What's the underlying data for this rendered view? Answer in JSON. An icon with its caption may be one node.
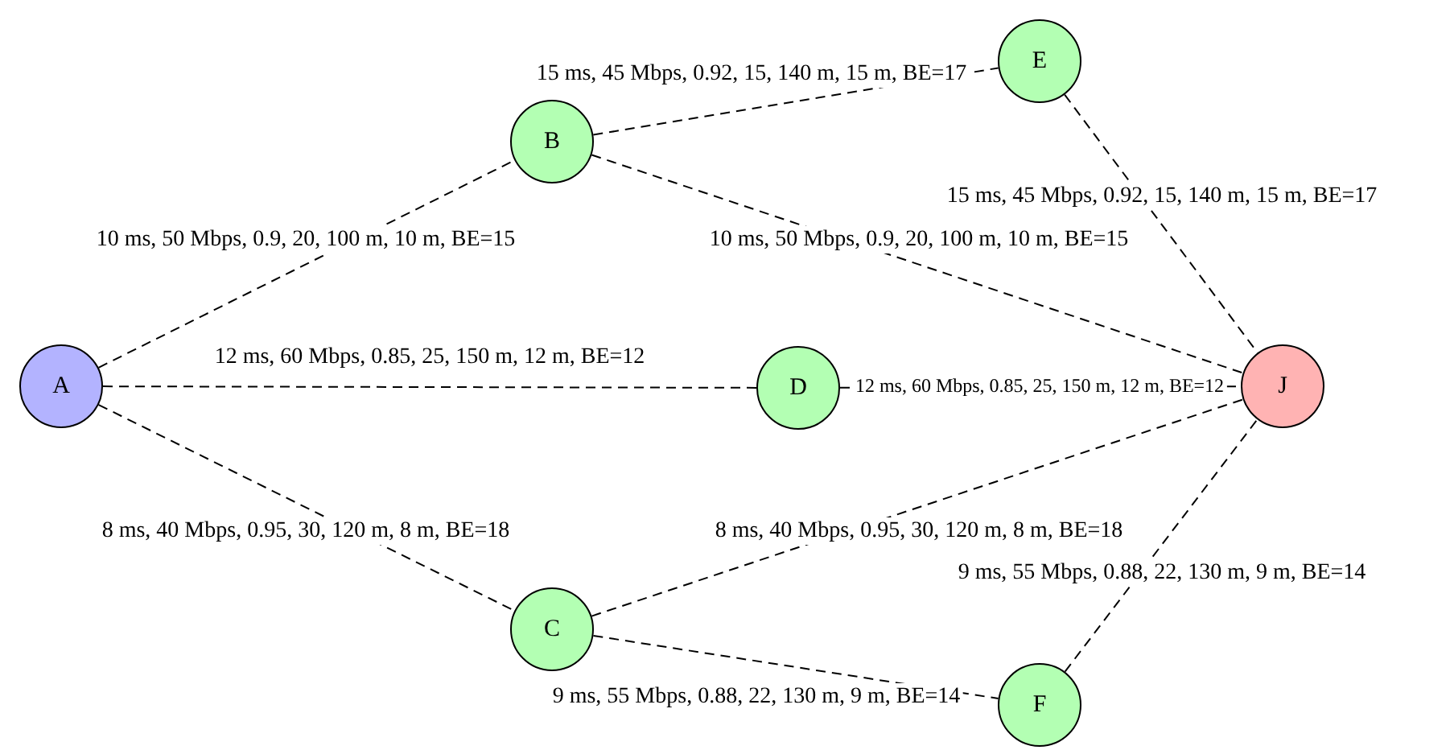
{
  "diagram": {
    "nodes": [
      {
        "text": [
          "A"
        ]
      },
      {
        "text": [
          "B"
        ]
      },
      {
        "text": [
          "E"
        ]
      },
      {
        "text": [
          "D"
        ]
      },
      {
        "text": [
          "J"
        ]
      },
      {
        "text": [
          "C"
        ]
      },
      {
        "text": [
          "F"
        ]
      }
    ],
    "edges": [
      {
        "from": 0,
        "to": 1,
        "arrow": "none",
        "label": "10 ms, 50 Mbps, 0.9, 20, 100 m, 10 m, BE=15"
      },
      {
        "from": 0,
        "to": 3,
        "arrow": "none",
        "label": "12 ms, 60 Mbps, 0.85, 25, 150 m, 12 m, BE=12"
      },
      {
        "from": 0,
        "to": 5,
        "arrow": "none",
        "label": "8 ms, 40 Mbps, 0.95, 30, 120 m, 8 m, BE=18"
      },
      {
        "from": 1,
        "to": 2,
        "arrow": "none",
        "label": "15 ms, 45 Mbps, 0.92, 15, 140 m, 15 m, BE=17"
      },
      {
        "from": 1,
        "to": 4,
        "arrow": "none",
        "label": "10 ms, 50 Mbps, 0.9, 20, 100 m, 10 m, BE=15"
      },
      {
        "from": 2,
        "to": 4,
        "arrow": "none",
        "label": "15 ms, 45 Mbps, 0.92, 15, 140 m, 15 m, BE=17"
      },
      {
        "from": 3,
        "to": 4,
        "arrow": "none",
        "label": "12 ms, 60 Mbps, 0.85, 25, 150 m, 12 m, BE=12"
      },
      {
        "from": 5,
        "to": 4,
        "arrow": "none",
        "label": "8 ms, 40 Mbps, 0.95, 30, 120 m, 8 m, BE=18"
      },
      {
        "from": 5,
        "to": 6,
        "arrow": "none",
        "label": "9 ms, 55 Mbps, 0.88, 22, 130 m, 9 m, BE=14"
      },
      {
        "from": 6,
        "to": 4,
        "arrow": "none",
        "label": "9 ms, 55 Mbps, 0.88, 22, 130 m, 9 m, BE=14"
      }
    ]
  }
}
